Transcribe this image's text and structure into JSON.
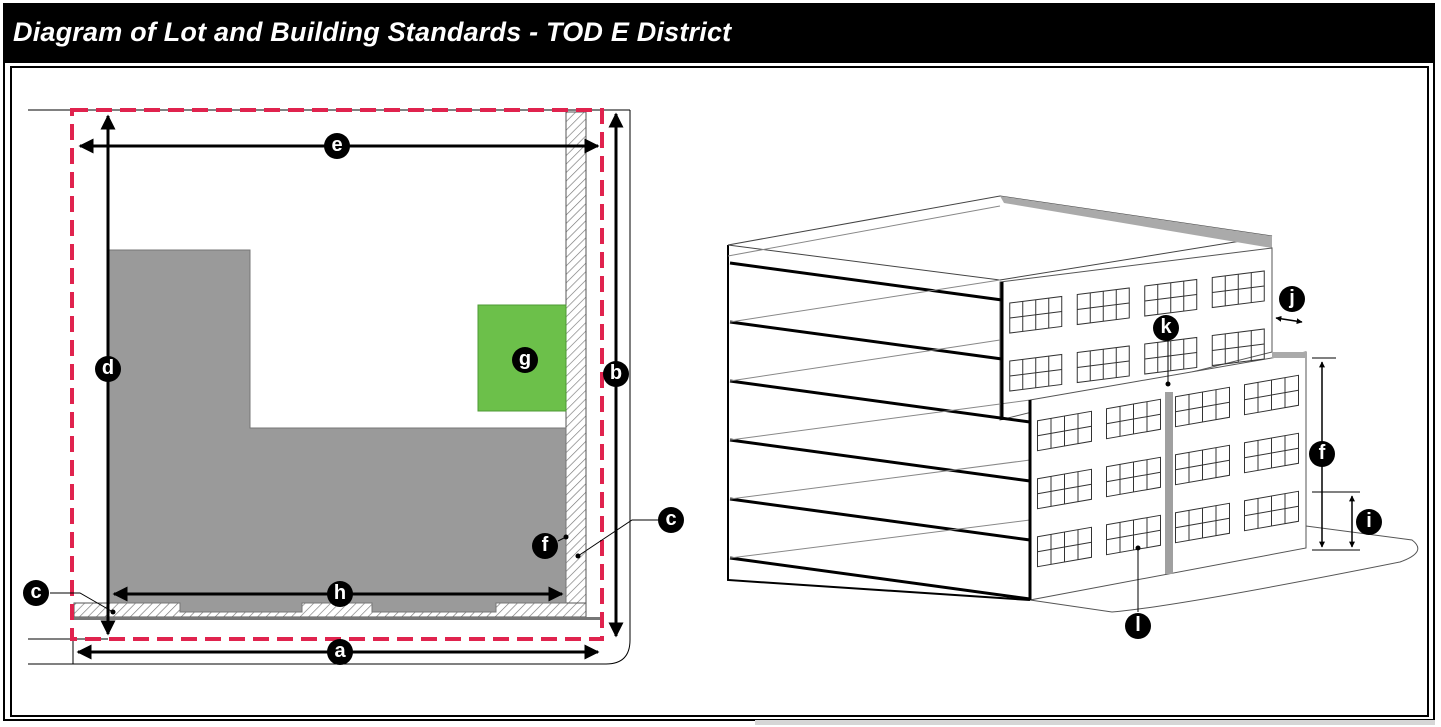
{
  "title": "Diagram of Lot and Building Standards - TOD E District",
  "labels": {
    "a": "a",
    "b": "b",
    "c": "c",
    "d": "d",
    "e": "e",
    "f": "f",
    "g": "g",
    "h": "h",
    "i": "i",
    "j": "j",
    "k": "k",
    "l": "l"
  },
  "colors": {
    "lot_line": "#e0234e",
    "building": "#9a9a9a",
    "open_space": "#6cc04a",
    "roof_edge": "#aaaaaa"
  }
}
